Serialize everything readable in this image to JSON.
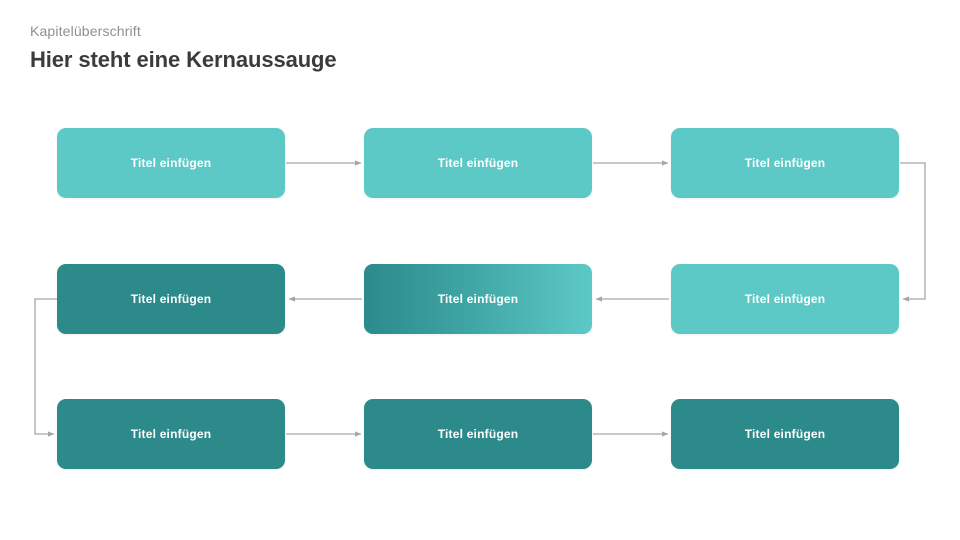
{
  "slide": {
    "chapter_heading": "Kapitelüberschrift",
    "key_message": "Hier steht eine Kernaussauge",
    "background_color": "#ffffff"
  },
  "palette": {
    "teal_light": "#5dc9c7",
    "teal_dark": "#2c8a8b",
    "connector_gray": "#a6a6a6",
    "heading_gray": "#8f8f8f",
    "title_dark": "#3b3b3b",
    "box_text": "#ffffff"
  },
  "diagram": {
    "type": "serpentine-flowchart",
    "rows": 3,
    "columns": 3,
    "flow_order": "left-to-right, right-to-left, left-to-right",
    "boxes": [
      {
        "id": "box-1-1",
        "row": 1,
        "column": 1,
        "label": "Titel einfügen",
        "fill": "teal_light",
        "fill_style": "solid"
      },
      {
        "id": "box-1-2",
        "row": 1,
        "column": 2,
        "label": "Titel einfügen",
        "fill": "teal_light",
        "fill_style": "solid"
      },
      {
        "id": "box-1-3",
        "row": 1,
        "column": 3,
        "label": "Titel einfügen",
        "fill": "teal_light",
        "fill_style": "solid"
      },
      {
        "id": "box-2-1",
        "row": 2,
        "column": 1,
        "label": "Titel einfügen",
        "fill": "teal_dark",
        "fill_style": "solid"
      },
      {
        "id": "box-2-2",
        "row": 2,
        "column": 2,
        "label": "Titel einfügen",
        "fill": "teal_gradient",
        "fill_style": "gradient-dark-to-light"
      },
      {
        "id": "box-2-3",
        "row": 2,
        "column": 3,
        "label": "Titel einfügen",
        "fill": "teal_light",
        "fill_style": "solid"
      },
      {
        "id": "box-3-1",
        "row": 3,
        "column": 1,
        "label": "Titel einfügen",
        "fill": "teal_dark",
        "fill_style": "solid"
      },
      {
        "id": "box-3-2",
        "row": 3,
        "column": 2,
        "label": "Titel einfügen",
        "fill": "teal_dark",
        "fill_style": "solid"
      },
      {
        "id": "box-3-3",
        "row": 3,
        "column": 3,
        "label": "Titel einfügen",
        "fill": "teal_dark",
        "fill_style": "solid"
      }
    ],
    "connectors": [
      {
        "id": "arrow-1-1-to-1-2",
        "from": "box-1-1",
        "to": "box-1-2",
        "shape": "straight",
        "direction": "right"
      },
      {
        "id": "arrow-1-2-to-1-3",
        "from": "box-1-2",
        "to": "box-1-3",
        "shape": "straight",
        "direction": "right"
      },
      {
        "id": "arrow-1-3-to-2-3",
        "from": "box-1-3",
        "to": "box-2-3",
        "shape": "elbow-right-wrap",
        "direction": "left"
      },
      {
        "id": "arrow-2-3-to-2-2",
        "from": "box-2-3",
        "to": "box-2-2",
        "shape": "straight",
        "direction": "left"
      },
      {
        "id": "arrow-2-2-to-2-1",
        "from": "box-2-2",
        "to": "box-2-1",
        "shape": "straight",
        "direction": "left"
      },
      {
        "id": "arrow-2-1-to-3-1",
        "from": "box-2-1",
        "to": "box-3-1",
        "shape": "elbow-left-wrap",
        "direction": "right"
      },
      {
        "id": "arrow-3-1-to-3-2",
        "from": "box-3-1",
        "to": "box-3-2",
        "shape": "straight",
        "direction": "right"
      },
      {
        "id": "arrow-3-2-to-3-3",
        "from": "box-3-2",
        "to": "box-3-3",
        "shape": "straight",
        "direction": "right"
      }
    ]
  }
}
